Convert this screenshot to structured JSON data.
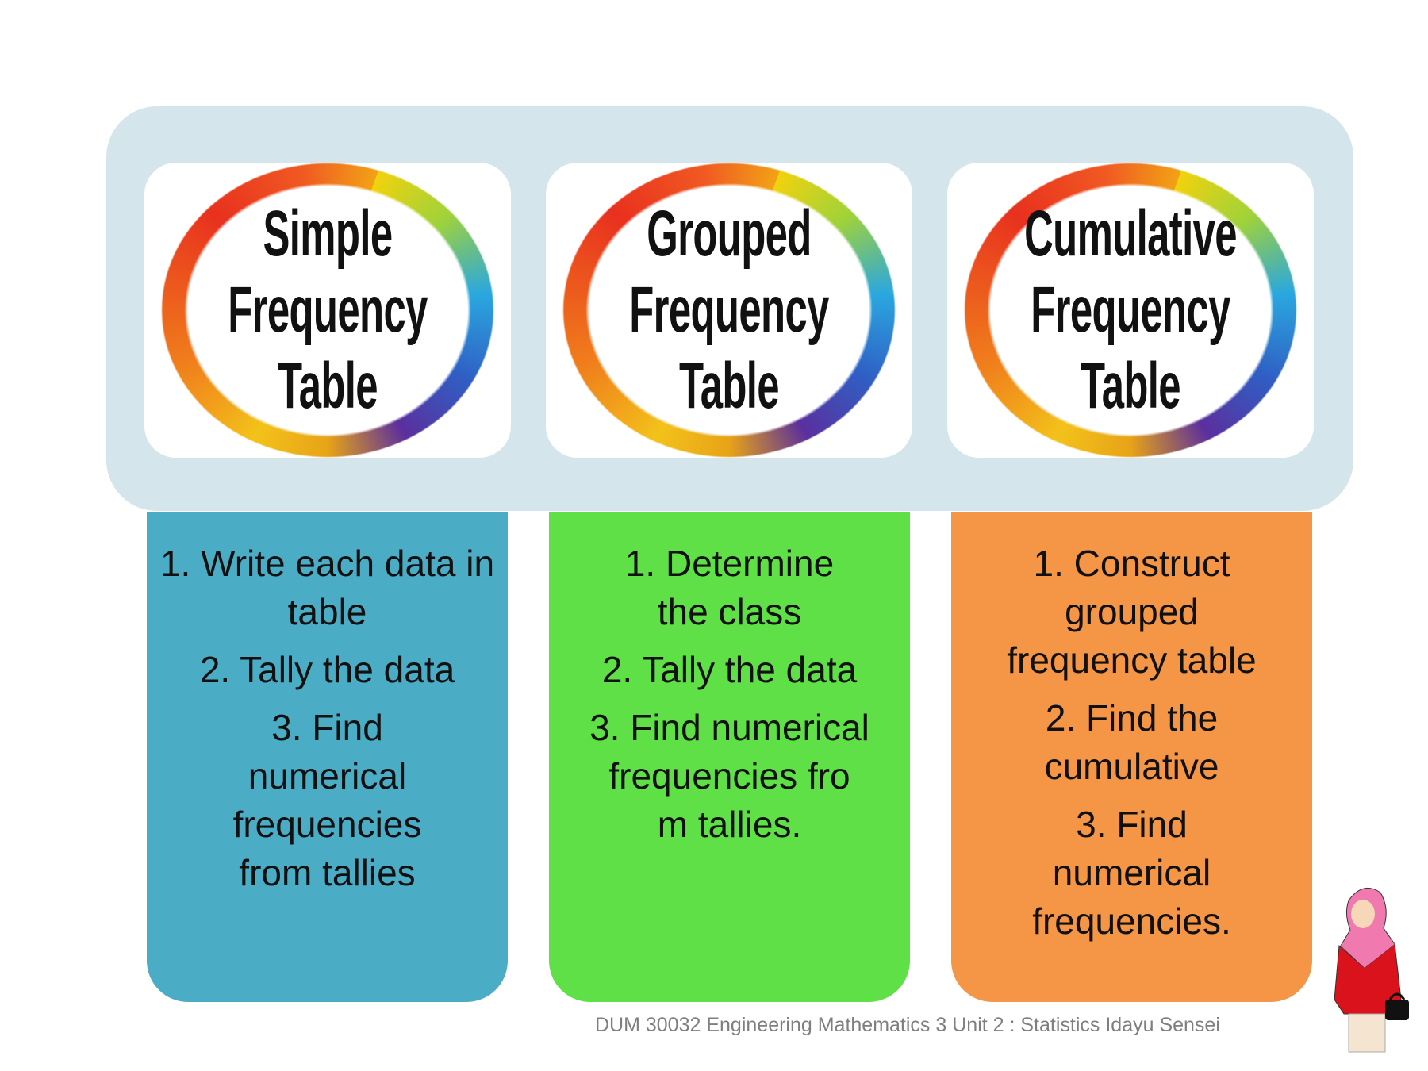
{
  "cards": [
    {
      "heading": [
        "Simple",
        "Frequency",
        "Table"
      ],
      "color": "#4bacc6",
      "steps": [
        "1. Write each data in table",
        "2. Tally the data",
        "3. Find numerical frequencies from tallies"
      ]
    },
    {
      "heading": [
        "Grouped",
        "Frequency",
        "Table"
      ],
      "color": "#5ee046",
      "steps": [
        "1. Determine the class",
        "2. Tally the data",
        "3. Find numerical frequencies fro m tallies."
      ]
    },
    {
      "heading": [
        "Cumulative",
        "Frequency",
        "Table"
      ],
      "color": "#f59646",
      "steps": [
        "1. Construct grouped frequency table",
        "2. Find the cumulative",
        "3. Find numerical frequencies."
      ]
    }
  ],
  "footer": "DUM 30032 Engineering Mathematics 3 Unit 2 : Statistics Idayu Sensei",
  "panel_color": "#d5e5ec"
}
